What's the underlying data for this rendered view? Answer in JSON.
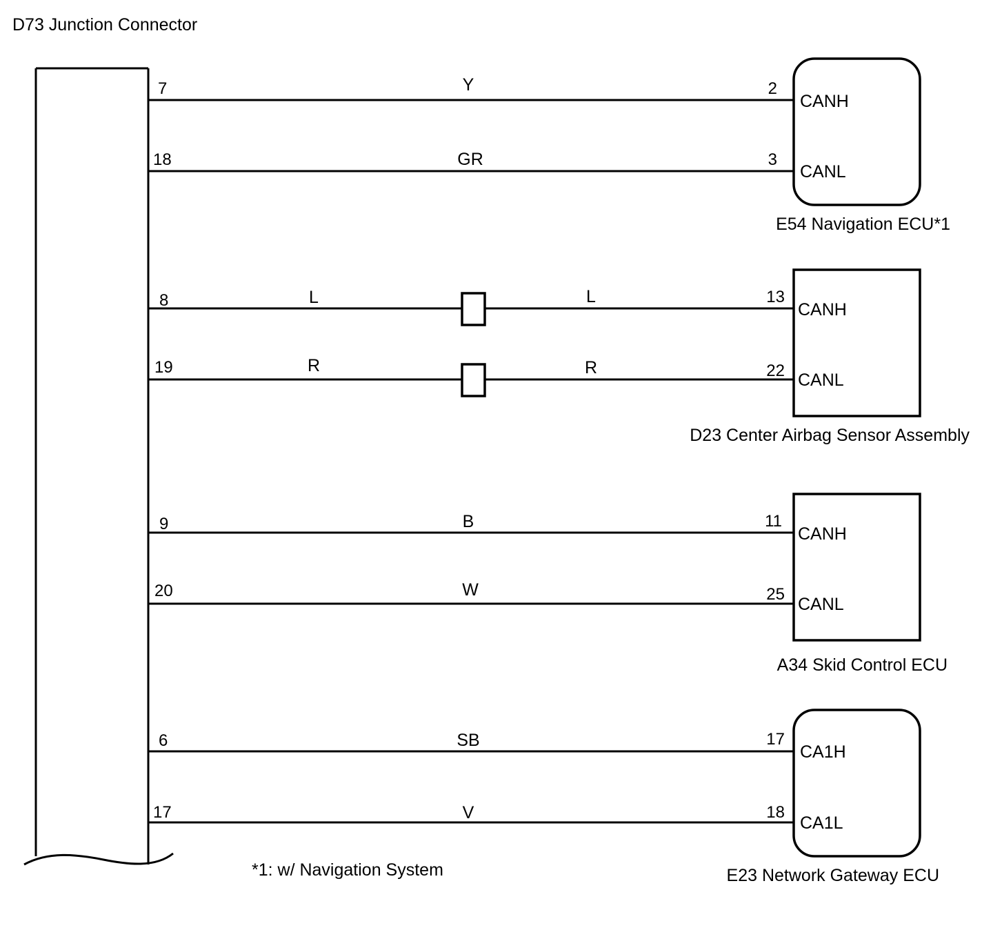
{
  "title": "D73 Junction Connector",
  "footnote": "*1: w/ Navigation System",
  "components": [
    {
      "label": "E54 Navigation ECU*1"
    },
    {
      "label": "D23 Center Airbag Sensor Assembly"
    },
    {
      "label": "A34 Skid Control ECU"
    },
    {
      "label": "E23 Network Gateway ECU"
    }
  ],
  "wires": [
    {
      "from_pin": "7",
      "color": "Y",
      "to_pin": "2",
      "signal": "CANH"
    },
    {
      "from_pin": "18",
      "color": "GR",
      "to_pin": "3",
      "signal": "CANL"
    },
    {
      "from_pin": "8",
      "color_left": "L",
      "color_right": "L",
      "to_pin": "13",
      "signal": "CANH"
    },
    {
      "from_pin": "19",
      "color_left": "R",
      "color_right": "R",
      "to_pin": "22",
      "signal": "CANL"
    },
    {
      "from_pin": "9",
      "color": "B",
      "to_pin": "11",
      "signal": "CANH"
    },
    {
      "from_pin": "20",
      "color": "W",
      "to_pin": "25",
      "signal": "CANL"
    },
    {
      "from_pin": "6",
      "color": "SB",
      "to_pin": "17",
      "signal": "CA1H"
    },
    {
      "from_pin": "17",
      "color": "V",
      "to_pin": "18",
      "signal": "CA1L"
    }
  ]
}
